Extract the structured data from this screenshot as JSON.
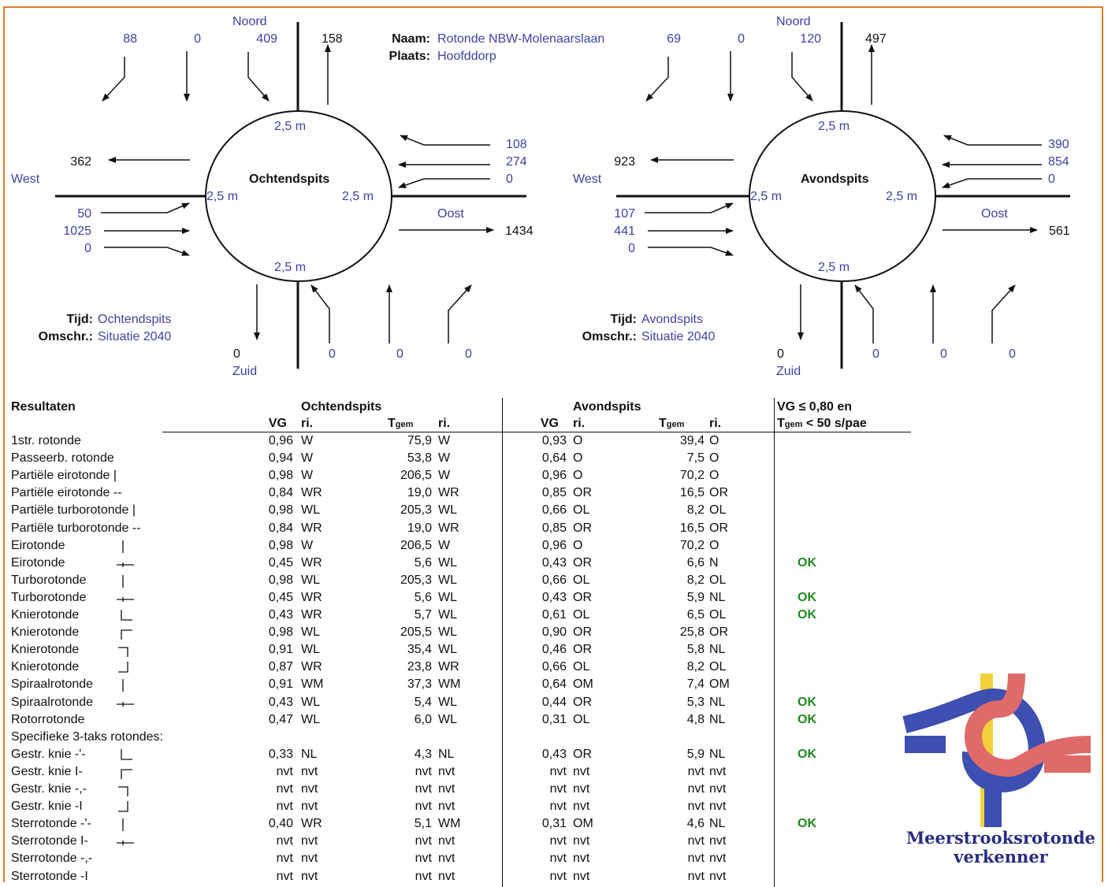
{
  "header": {
    "naam_label": "Naam:",
    "naam_value": "Rotonde NBW-Molenaarslaan",
    "plaats_label": "Plaats:",
    "plaats_value": "Hoofddorp"
  },
  "diagrams": [
    {
      "center_label": "Ochtendspits",
      "noord": "Noord",
      "west": "West",
      "oost": "Oost",
      "zuid": "Zuid",
      "lane_width": "2,5 m",
      "north_in": [
        "88",
        "0",
        "409"
      ],
      "north_out": "158",
      "east_in": [
        "108",
        "274",
        "0"
      ],
      "east_out": "1434",
      "west_out": "362",
      "west_in": [
        "50",
        "1025",
        "0"
      ],
      "south_out": "0",
      "south_in": [
        "0",
        "0",
        "0"
      ],
      "tijd_label": "Tijd:",
      "tijd_value": "Ochtendspits",
      "omschr_label": "Omschr.:",
      "omschr_value": "Situatie 2040"
    },
    {
      "center_label": "Avondspits",
      "noord": "Noord",
      "west": "West",
      "oost": "Oost",
      "zuid": "Zuid",
      "lane_width": "2,5 m",
      "north_in": [
        "69",
        "0",
        "120"
      ],
      "north_out": "497",
      "east_in": [
        "390",
        "854",
        "0"
      ],
      "east_out": "561",
      "west_out": "923",
      "west_in": [
        "107",
        "441",
        "0"
      ],
      "south_out": "0",
      "south_in": [
        "0",
        "0",
        "0"
      ],
      "tijd_label": "Tijd:",
      "tijd_value": "Avondspits",
      "omschr_label": "Omschr.:",
      "omschr_value": "Situatie 2040"
    }
  ],
  "table": {
    "title": "Resultaten",
    "group_morning": "Ochtendspits",
    "group_evening": "Avondspits",
    "criteria_line1": "VG ≤ 0,80 en",
    "criteria_line2_a": "T",
    "criteria_line2_sub": "gem",
    "criteria_line2_b": " < 50 s/pae",
    "col_vg": "VG",
    "col_ri": "ri.",
    "col_t": "T",
    "col_t_sub": "gem",
    "rows": [
      {
        "name": "1str. rotonde",
        "sym": "",
        "m_vg": "0,96",
        "m_ri": "W",
        "m_t": "75,9",
        "m_ri2": "W",
        "e_vg": "0,93",
        "e_ri": "O",
        "e_t": "39,4",
        "e_ri2": "O",
        "ok": ""
      },
      {
        "name": "Passeerb. rotonde",
        "sym": "",
        "m_vg": "0,94",
        "m_ri": "W",
        "m_t": "53,8",
        "m_ri2": "W",
        "e_vg": "0,64",
        "e_ri": "O",
        "e_t": "7,5",
        "e_ri2": "O",
        "ok": ""
      },
      {
        "name": "Partiële eirotonde |",
        "sym": "",
        "m_vg": "0,98",
        "m_ri": "W",
        "m_t": "206,5",
        "m_ri2": "W",
        "e_vg": "0,96",
        "e_ri": "O",
        "e_t": "70,2",
        "e_ri2": "O",
        "ok": ""
      },
      {
        "name": "Partiële eirotonde --",
        "sym": "",
        "m_vg": "0,84",
        "m_ri": "WR",
        "m_t": "19,0",
        "m_ri2": "WR",
        "e_vg": "0,85",
        "e_ri": "OR",
        "e_t": "16,5",
        "e_ri2": "OR",
        "ok": ""
      },
      {
        "name": "Partiële turborotonde |",
        "sym": "",
        "m_vg": "0,98",
        "m_ri": "WL",
        "m_t": "205,3",
        "m_ri2": "WL",
        "e_vg": "0,66",
        "e_ri": "OL",
        "e_t": "8,2",
        "e_ri2": "OL",
        "ok": ""
      },
      {
        "name": "Partiële turborotonde --",
        "sym": "",
        "m_vg": "0,84",
        "m_ri": "WR",
        "m_t": "19,0",
        "m_ri2": "WR",
        "e_vg": "0,85",
        "e_ri": "OR",
        "e_t": "16,5",
        "e_ri2": "OR",
        "ok": ""
      },
      {
        "name": "Eirotonde",
        "sym": "vbar",
        "m_vg": "0,98",
        "m_ri": "W",
        "m_t": "206,5",
        "m_ri2": "W",
        "e_vg": "0,96",
        "e_ri": "O",
        "e_t": "70,2",
        "e_ri2": "O",
        "ok": ""
      },
      {
        "name": "Eirotonde",
        "sym": "hbar",
        "m_vg": "0,45",
        "m_ri": "WR",
        "m_t": "5,6",
        "m_ri2": "WL",
        "e_vg": "0,43",
        "e_ri": "OR",
        "e_t": "6,6",
        "e_ri2": "N",
        "ok": "OK"
      },
      {
        "name": "Turborotonde",
        "sym": "vbar",
        "m_vg": "0,98",
        "m_ri": "WL",
        "m_t": "205,3",
        "m_ri2": "WL",
        "e_vg": "0,66",
        "e_ri": "OL",
        "e_t": "8,2",
        "e_ri2": "OL",
        "ok": ""
      },
      {
        "name": "Turborotonde",
        "sym": "hbar",
        "m_vg": "0,45",
        "m_ri": "WR",
        "m_t": "5,6",
        "m_ri2": "WL",
        "e_vg": "0,43",
        "e_ri": "OR",
        "e_t": "5,9",
        "e_ri2": "NL",
        "ok": "OK"
      },
      {
        "name": "Knierotonde",
        "sym": "knee1",
        "m_vg": "0,43",
        "m_ri": "WR",
        "m_t": "5,7",
        "m_ri2": "WL",
        "e_vg": "0,61",
        "e_ri": "OL",
        "e_t": "6,5",
        "e_ri2": "OL",
        "ok": "OK"
      },
      {
        "name": "Knierotonde",
        "sym": "knee2",
        "m_vg": "0,98",
        "m_ri": "WL",
        "m_t": "205,5",
        "m_ri2": "WL",
        "e_vg": "0,90",
        "e_ri": "OR",
        "e_t": "25,8",
        "e_ri2": "OR",
        "ok": ""
      },
      {
        "name": "Knierotonde",
        "sym": "knee3",
        "m_vg": "0,91",
        "m_ri": "WL",
        "m_t": "35,4",
        "m_ri2": "WL",
        "e_vg": "0,46",
        "e_ri": "OR",
        "e_t": "5,8",
        "e_ri2": "NL",
        "ok": ""
      },
      {
        "name": "Knierotonde",
        "sym": "knee4",
        "m_vg": "0,87",
        "m_ri": "WR",
        "m_t": "23,8",
        "m_ri2": "WR",
        "e_vg": "0,66",
        "e_ri": "OL",
        "e_t": "8,2",
        "e_ri2": "OL",
        "ok": ""
      },
      {
        "name": "Spiraalrotonde",
        "sym": "vbar",
        "m_vg": "0,91",
        "m_ri": "WM",
        "m_t": "37,3",
        "m_ri2": "WM",
        "e_vg": "0,64",
        "e_ri": "OM",
        "e_t": "7,4",
        "e_ri2": "OM",
        "ok": ""
      },
      {
        "name": "Spiraalrotonde",
        "sym": "hbar",
        "m_vg": "0,43",
        "m_ri": "WL",
        "m_t": "5,4",
        "m_ri2": "WL",
        "e_vg": "0,44",
        "e_ri": "OR",
        "e_t": "5,3",
        "e_ri2": "NL",
        "ok": "OK"
      },
      {
        "name": "Rotorrotonde",
        "sym": "",
        "m_vg": "0,47",
        "m_ri": "WL",
        "m_t": "6,0",
        "m_ri2": "WL",
        "e_vg": "0,31",
        "e_ri": "OL",
        "e_t": "4,8",
        "e_ri2": "NL",
        "ok": "OK"
      },
      {
        "name": "Specifieke 3-taks rotondes:",
        "sym": "",
        "m_vg": "",
        "m_ri": "",
        "m_t": "",
        "m_ri2": "",
        "e_vg": "",
        "e_ri": "",
        "e_t": "",
        "e_ri2": "",
        "ok": ""
      },
      {
        "name": "Gestr. knie -'-",
        "sym": "knee1",
        "m_vg": "0,33",
        "m_ri": "NL",
        "m_t": "4,3",
        "m_ri2": "NL",
        "e_vg": "0,43",
        "e_ri": "OR",
        "e_t": "5,9",
        "e_ri2": "NL",
        "ok": "OK"
      },
      {
        "name": "Gestr. knie I-",
        "sym": "knee2",
        "m_vg": "nvt",
        "m_ri": "nvt",
        "m_t": "nvt",
        "m_ri2": "nvt",
        "e_vg": "nvt",
        "e_ri": "nvt",
        "e_t": "nvt",
        "e_ri2": "nvt",
        "ok": ""
      },
      {
        "name": "Gestr. knie -,-",
        "sym": "knee3",
        "m_vg": "nvt",
        "m_ri": "nvt",
        "m_t": "nvt",
        "m_ri2": "nvt",
        "e_vg": "nvt",
        "e_ri": "nvt",
        "e_t": "nvt",
        "e_ri2": "nvt",
        "ok": ""
      },
      {
        "name": "Gestr. knie -I",
        "sym": "knee4",
        "m_vg": "nvt",
        "m_ri": "nvt",
        "m_t": "nvt",
        "m_ri2": "nvt",
        "e_vg": "nvt",
        "e_ri": "nvt",
        "e_t": "nvt",
        "e_ri2": "nvt",
        "ok": ""
      },
      {
        "name": "Sterrotonde -'-",
        "sym": "vbar",
        "m_vg": "0,40",
        "m_ri": "WR",
        "m_t": "5,1",
        "m_ri2": "WM",
        "e_vg": "0,31",
        "e_ri": "OM",
        "e_t": "4,6",
        "e_ri2": "NL",
        "ok": "OK"
      },
      {
        "name": "Sterrotonde I-",
        "sym": "hbar",
        "m_vg": "nvt",
        "m_ri": "nvt",
        "m_t": "nvt",
        "m_ri2": "nvt",
        "e_vg": "nvt",
        "e_ri": "nvt",
        "e_t": "nvt",
        "e_ri2": "nvt",
        "ok": ""
      },
      {
        "name": "Sterrotonde -,-",
        "sym": "",
        "m_vg": "nvt",
        "m_ri": "nvt",
        "m_t": "nvt",
        "m_ri2": "nvt",
        "e_vg": "nvt",
        "e_ri": "nvt",
        "e_t": "nvt",
        "e_ri2": "nvt",
        "ok": ""
      },
      {
        "name": "Sterrotonde -I",
        "sym": "",
        "m_vg": "nvt",
        "m_ri": "nvt",
        "m_t": "nvt",
        "m_ri2": "nvt",
        "e_vg": "nvt",
        "e_ri": "nvt",
        "e_t": "nvt",
        "e_ri2": "nvt",
        "ok": ""
      }
    ]
  },
  "logo": {
    "line1": "Meerstrooksrotonde",
    "line2": "verkenner",
    "colors": {
      "blue": "#3d4fb0",
      "red": "#e06a6a",
      "yellow": "#f2d23a"
    }
  },
  "colors": {
    "accent_blue": "#3f3faa",
    "ok_green": "#1e8a1e",
    "frame_orange": "#e07b2a"
  }
}
